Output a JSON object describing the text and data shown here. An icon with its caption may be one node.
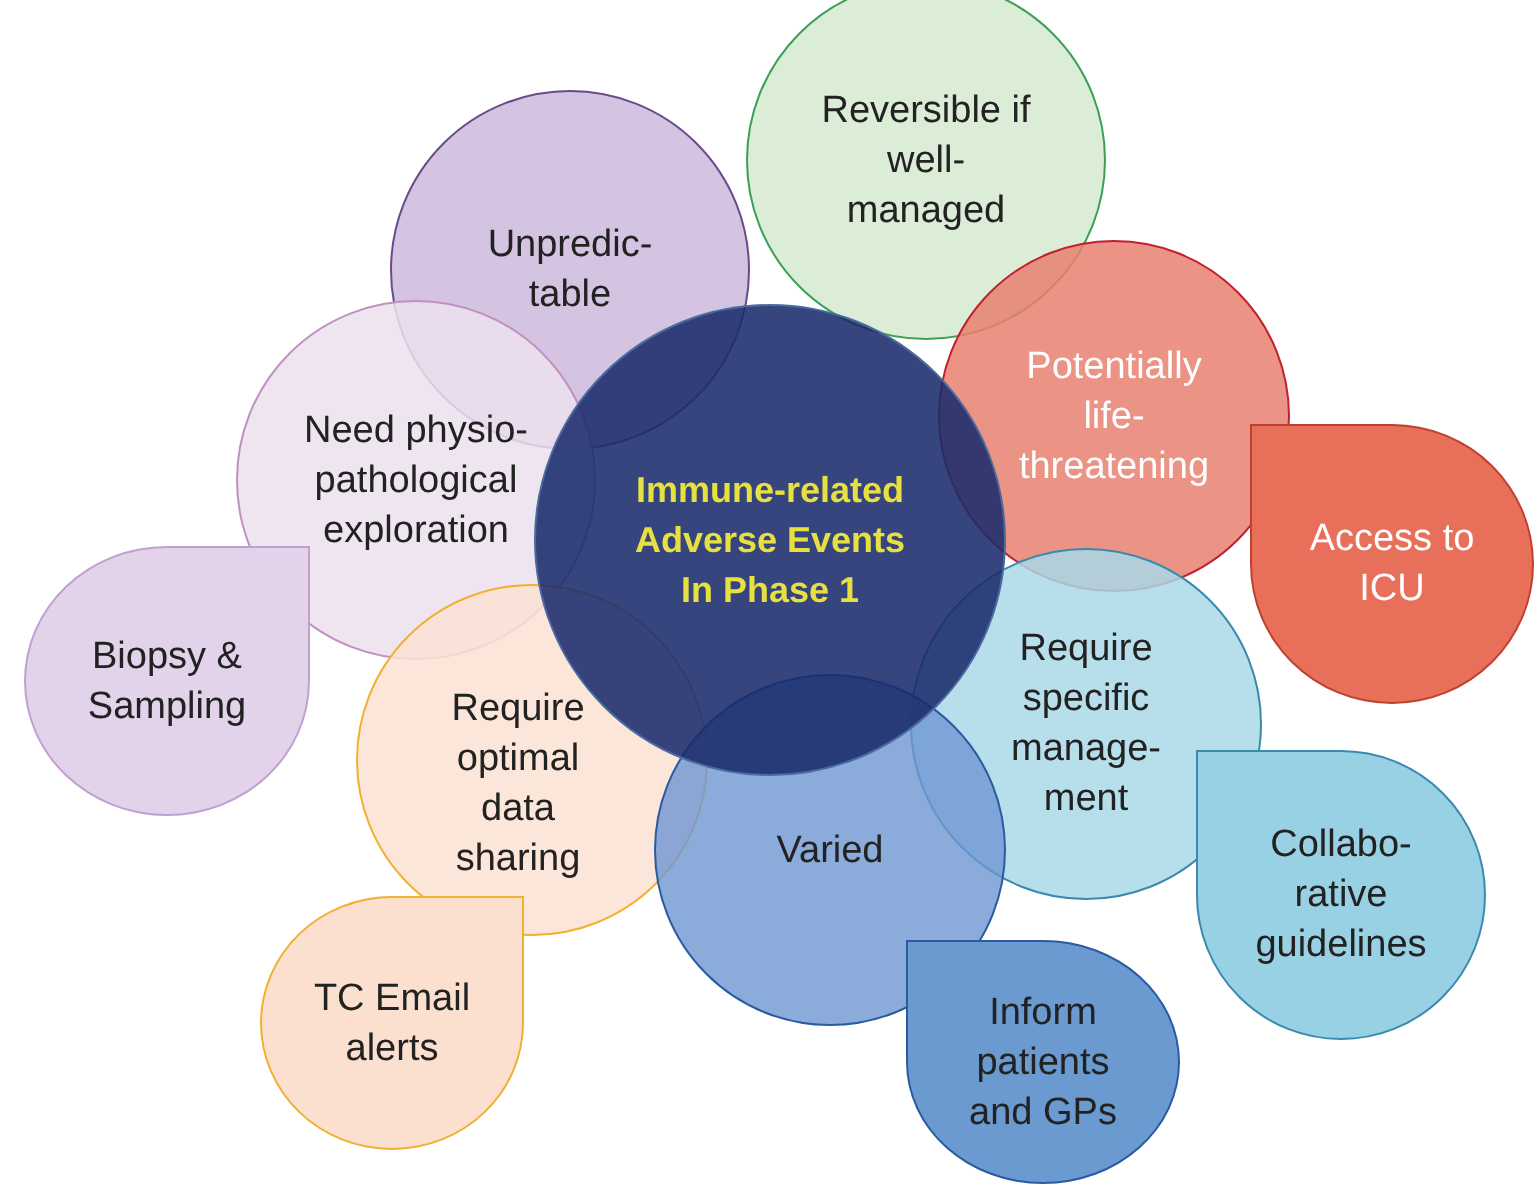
{
  "diagram": {
    "nodes": [
      {
        "text": [
          "Reversible if well- managed"
        ]
      },
      {
        "text": [
          "Unpredic- table"
        ]
      },
      {
        "text": [
          "Potentially life- threatening"
        ]
      },
      {
        "text": [
          "Need physio- pathological exploration"
        ]
      },
      {
        "text": [
          "Immune-related Adverse Events In Phase 1"
        ]
      },
      {
        "text": [
          "Access to ICU"
        ]
      },
      {
        "text": [
          "Biopsy & Sampling"
        ]
      },
      {
        "text": [
          "Require specific manage- ment"
        ]
      },
      {
        "text": [
          "Require optimal data sharing"
        ]
      },
      {
        "text": [
          "Varied"
        ]
      },
      {
        "text": [
          "Collabo- rative guidelines"
        ]
      },
      {
        "text": [
          "TC Email alerts"
        ]
      },
      {
        "text": [
          "Inform patients and GPs"
        ]
      }
    ],
    "edges": []
  }
}
